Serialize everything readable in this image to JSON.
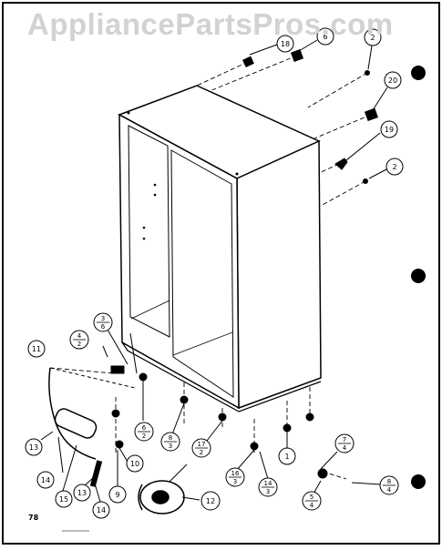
{
  "watermark": "AppliancePartsPros.com",
  "page_number": "78",
  "callouts": {
    "c18": "18",
    "c6": "6",
    "c2a": "2",
    "c20": "20",
    "c19": "19",
    "c2b": "2",
    "c11": "11",
    "c42_top": "4",
    "c42_bot": "2",
    "c36_top": "3",
    "c36_bot": "6",
    "c62_top": "6",
    "c62_bot": "2",
    "c83_top": "8",
    "c83_bot": "3",
    "c172_top": "17",
    "c172_bot": "2",
    "c1": "1",
    "c74_top": "7",
    "c74_bot": "4",
    "c84_top": "8",
    "c84_bot": "4",
    "c54_top": "5",
    "c54_bot": "4",
    "c163_top": "16",
    "c163_bot": "3",
    "c143_top": "14",
    "c143_bot": "3",
    "c13a": "13",
    "c14a": "14",
    "c15": "15",
    "c13b": "13",
    "c14b": "14",
    "c9": "9",
    "c10": "10",
    "c12": "12"
  }
}
